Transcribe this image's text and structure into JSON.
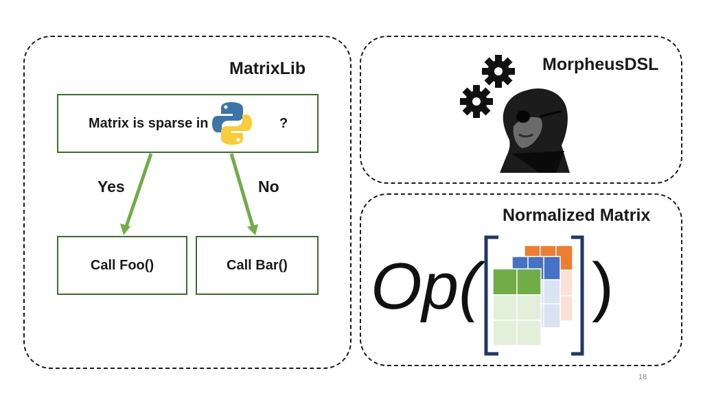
{
  "matrixlib": {
    "title": "MatrixLib",
    "decision_text": "Matrix is sparse in",
    "decision_suffix": "?",
    "yes_label": "Yes",
    "no_label": "No",
    "call_foo": "Call Foo()",
    "call_bar": "Call Bar()"
  },
  "morpheus": {
    "title": "MorpheusDSL"
  },
  "normalized": {
    "title": "Normalized Matrix",
    "op_text": "Op(",
    "close_paren": ")"
  },
  "page_number": "18",
  "colors": {
    "arrow_green": "#70ad47",
    "box_border": "#3d6b2b",
    "bracket_blue": "#1f3864",
    "cell_green": "#70ad47",
    "cell_blue": "#4472c4",
    "cell_orange": "#ed7d31",
    "python_blue": "#3b75a8",
    "python_yellow": "#f8cd3b"
  }
}
